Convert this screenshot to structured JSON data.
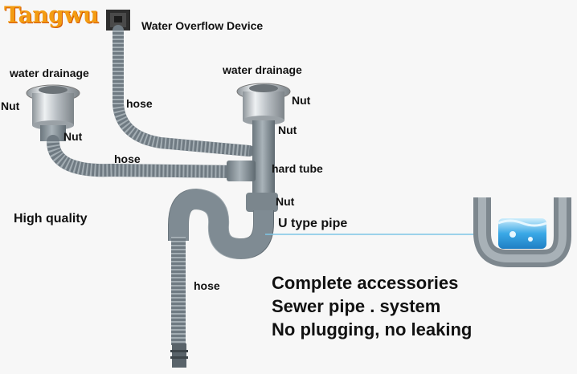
{
  "brand": {
    "logo_text": "Tangwu"
  },
  "labels": {
    "overflow": "Water Overflow Device",
    "drain_left": "water drainage",
    "drain_right": "water drainage",
    "nut_left_top": "Nut",
    "nut_left_bottom": "Nut",
    "nut_right_top": "Nut",
    "nut_right_mid": "Nut",
    "nut_right_low": "Nut",
    "hose_top": "hose",
    "hose_mid": "hose",
    "hose_bottom": "hose",
    "hard_tube": "hard tube",
    "u_pipe": "U type pipe",
    "high_quality": "High quality"
  },
  "features": [
    "Complete accessories",
    "Sewer pipe . system",
    "No plugging, no leaking"
  ],
  "colors": {
    "pipe_gray": "#7f8b93",
    "steel": "#c9ced2",
    "leader_line": "#7fc6e6",
    "water": "#2f9fe0",
    "brand": "#f39c12"
  }
}
